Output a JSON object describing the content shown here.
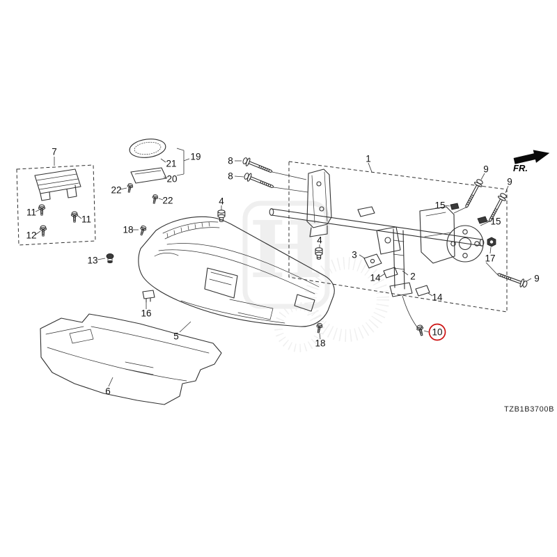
{
  "diagram": {
    "code": "TZB1B3700B",
    "fr_label": "FR.",
    "watermark_letter": "H",
    "line_color": "#2f2f2f",
    "highlight_color": "#cc1111",
    "highlighted_callout": "10"
  },
  "callouts": {
    "c1": "1",
    "c2": "2",
    "c3": "3",
    "c4": "4",
    "c5": "5",
    "c6": "6",
    "c7": "7",
    "c8": "8",
    "c9": "9",
    "c10": "10",
    "c11": "11",
    "c12": "12",
    "c13": "13",
    "c14": "14",
    "c15": "15",
    "c16": "16",
    "c17": "17",
    "c18": "18",
    "c19": "19",
    "c20": "20",
    "c21": "21",
    "c22": "22"
  }
}
